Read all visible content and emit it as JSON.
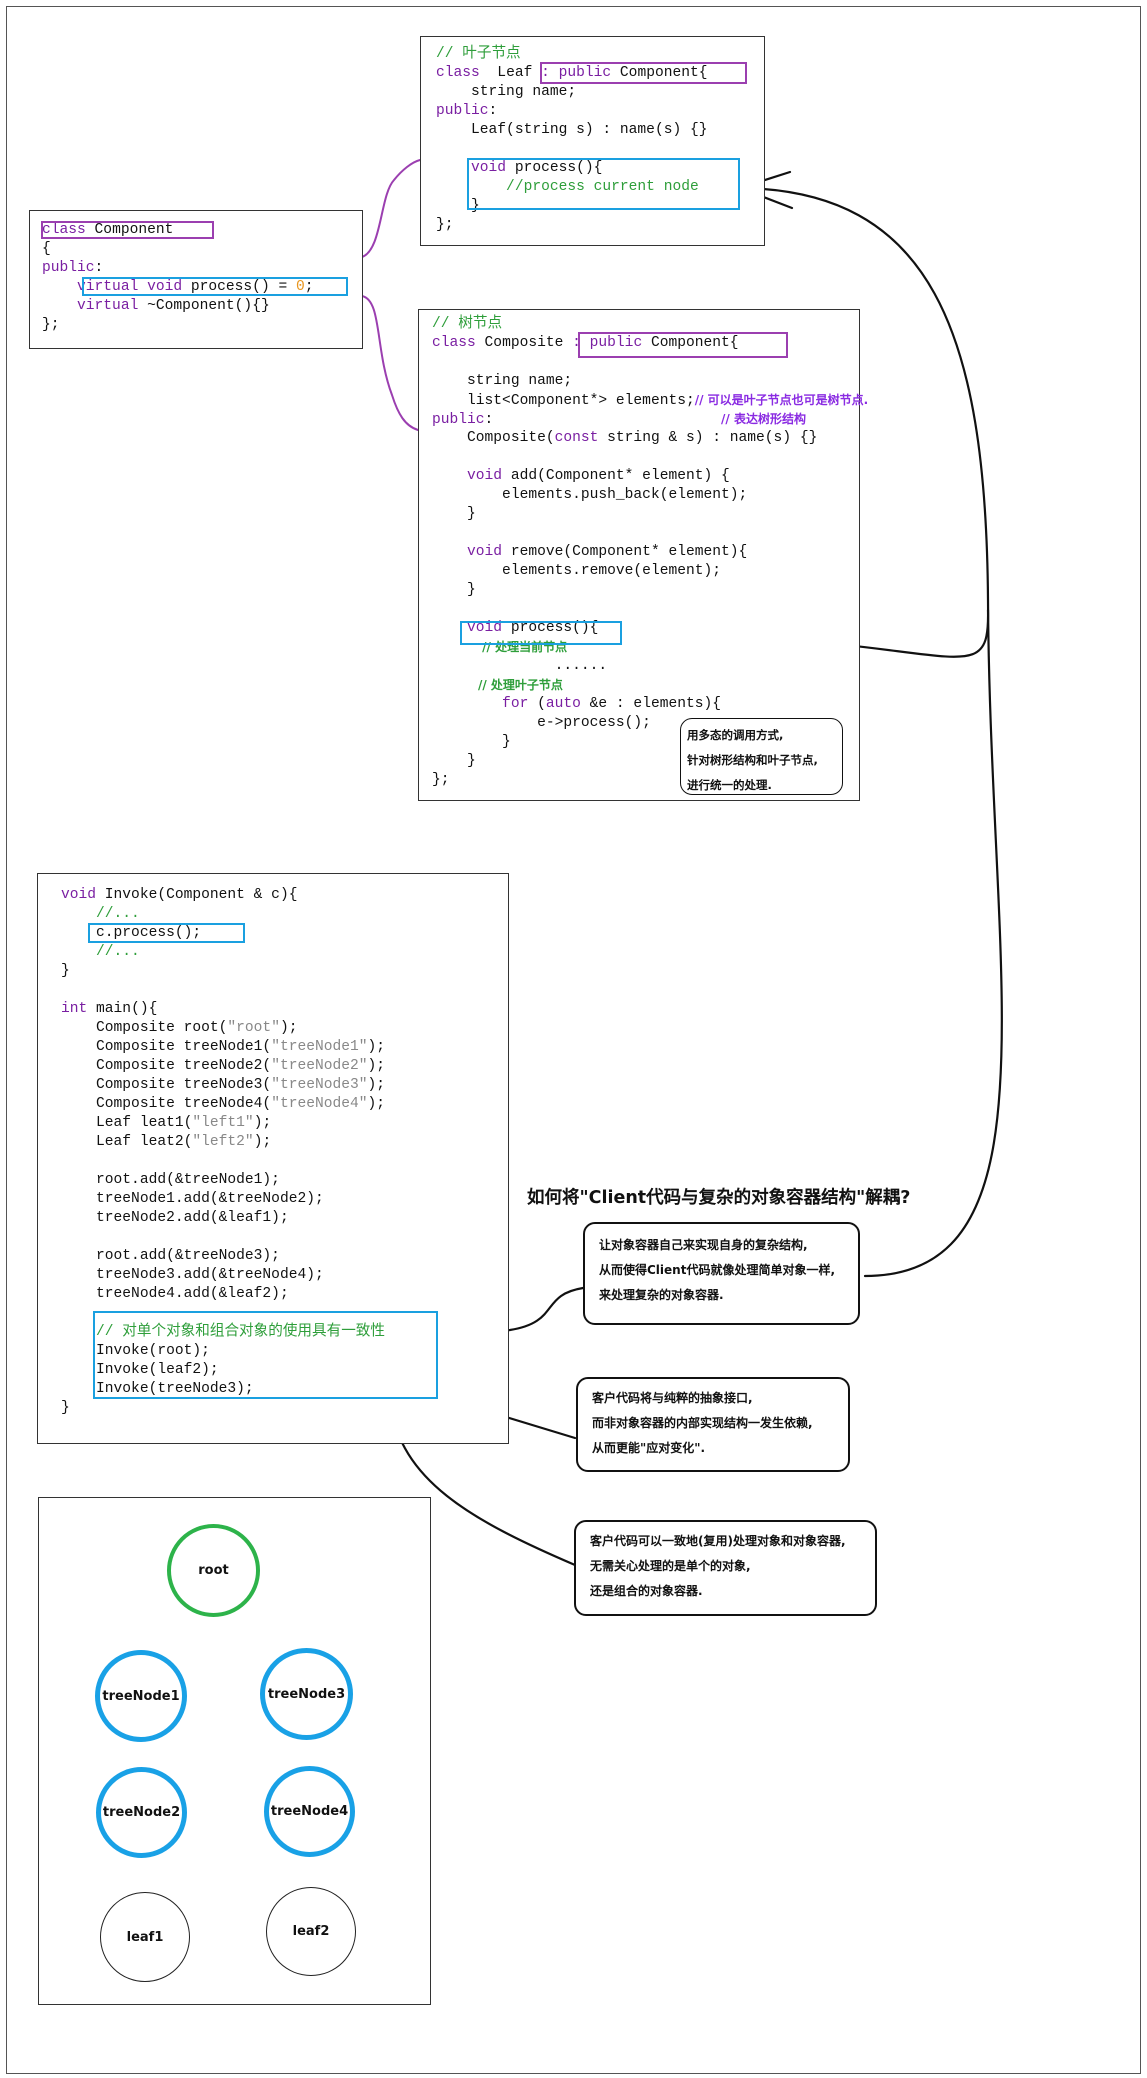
{
  "leaf_box": {
    "lines": [
      [
        [
          "c",
          "// 叶子节点"
        ]
      ],
      [
        [
          "k",
          "class"
        ],
        [
          "",
          "  Leaf "
        ],
        [
          "k",
          ": public"
        ],
        [
          "",
          " Component{"
        ]
      ],
      [
        [
          "",
          "    string name;"
        ]
      ],
      [
        [
          "k",
          "public"
        ],
        [
          "",
          ":"
        ]
      ],
      [
        [
          "",
          "    Leaf(string s) : name(s) {}"
        ]
      ],
      [
        [
          "",
          ""
        ]
      ],
      [
        [
          "k",
          "    void"
        ],
        [
          "",
          " process(){"
        ]
      ],
      [
        [
          "c",
          "        //process current node"
        ]
      ],
      [
        [
          "",
          "    }"
        ]
      ],
      [
        [
          "",
          "};"
        ]
      ]
    ]
  },
  "component_box": {
    "lines": [
      [
        [
          "k",
          "class"
        ],
        [
          "",
          " Component"
        ]
      ],
      [
        [
          "",
          "{"
        ]
      ],
      [
        [
          "k",
          "public"
        ],
        [
          "",
          ":"
        ]
      ],
      [
        [
          "k",
          "    virtual void"
        ],
        [
          "",
          " process() = "
        ],
        [
          "n",
          "0"
        ],
        [
          "",
          ";"
        ]
      ],
      [
        [
          "k",
          "    virtual"
        ],
        [
          "",
          " ~Component(){}"
        ]
      ],
      [
        [
          "",
          "};"
        ]
      ]
    ]
  },
  "composite_box": {
    "lines": [
      [
        [
          "c",
          "// 树节点"
        ]
      ],
      [
        [
          "k",
          "class"
        ],
        [
          "",
          " Composite "
        ],
        [
          "k",
          ": public"
        ],
        [
          "",
          " Component{"
        ]
      ],
      [
        [
          "",
          ""
        ]
      ],
      [
        [
          "",
          "    string name;"
        ]
      ],
      [
        [
          "",
          "    list<Component*> elements;"
        ],
        [
          "cp",
          "// 可以是叶子节点也可是树节点."
        ]
      ],
      [
        [
          "k",
          "public"
        ],
        [
          "",
          ":                          "
        ],
        [
          "cp",
          "// 表达树形结构"
        ]
      ],
      [
        [
          "",
          "    Composite("
        ],
        [
          "k",
          "const"
        ],
        [
          "",
          " string & s) : name(s) {}"
        ]
      ],
      [
        [
          "",
          ""
        ]
      ],
      [
        [
          "k",
          "    void"
        ],
        [
          "",
          " add(Component* element) {"
        ]
      ],
      [
        [
          "",
          "        elements.push_back(element);"
        ]
      ],
      [
        [
          "",
          "    }"
        ]
      ],
      [
        [
          "",
          ""
        ]
      ],
      [
        [
          "k",
          "    void"
        ],
        [
          "",
          " remove(Component* element){"
        ]
      ],
      [
        [
          "",
          "        elements.remove(element);"
        ]
      ],
      [
        [
          "",
          "    }"
        ]
      ],
      [
        [
          "",
          ""
        ]
      ],
      [
        [
          "k",
          "    void"
        ],
        [
          "",
          " process(){"
        ]
      ],
      [
        [
          "cn",
          "            // 处理当前节点"
        ]
      ],
      [
        [
          "",
          "              ......"
        ]
      ],
      [
        [
          "cn",
          "           // 处理叶子节点"
        ]
      ],
      [
        [
          "k",
          "        for"
        ],
        [
          "",
          " ("
        ],
        [
          "k",
          "auto"
        ],
        [
          "",
          " &e : elements){"
        ]
      ],
      [
        [
          "",
          "            e->process();"
        ]
      ],
      [
        [
          "",
          "        }"
        ]
      ],
      [
        [
          "",
          "    }"
        ]
      ],
      [
        [
          "",
          "};"
        ]
      ]
    ]
  },
  "client_box": {
    "lines": [
      [
        [
          "k",
          "void"
        ],
        [
          "",
          " Invoke(Component & c){"
        ]
      ],
      [
        [
          "c",
          "    //..."
        ]
      ],
      [
        [
          "",
          "    c.process();"
        ]
      ],
      [
        [
          "c",
          "    //..."
        ]
      ],
      [
        [
          "",
          "}"
        ]
      ],
      [
        [
          "",
          ""
        ]
      ],
      [
        [
          "k",
          "int"
        ],
        [
          "",
          " main(){"
        ]
      ],
      [
        [
          "",
          "    Composite root("
        ],
        [
          "s",
          "\"root\""
        ],
        [
          "",
          ");"
        ]
      ],
      [
        [
          "",
          "    Composite treeNode1("
        ],
        [
          "s",
          "\"treeNode1\""
        ],
        [
          "",
          ");"
        ]
      ],
      [
        [
          "",
          "    Composite treeNode2("
        ],
        [
          "s",
          "\"treeNode2\""
        ],
        [
          "",
          ");"
        ]
      ],
      [
        [
          "",
          "    Composite treeNode3("
        ],
        [
          "s",
          "\"treeNode3\""
        ],
        [
          "",
          ");"
        ]
      ],
      [
        [
          "",
          "    Composite treeNode4("
        ],
        [
          "s",
          "\"treeNode4\""
        ],
        [
          "",
          ");"
        ]
      ],
      [
        [
          "",
          "    Leaf leat1("
        ],
        [
          "s",
          "\"left1\""
        ],
        [
          "",
          ");"
        ]
      ],
      [
        [
          "",
          "    Leaf leat2("
        ],
        [
          "s",
          "\"left2\""
        ],
        [
          "",
          ");"
        ]
      ],
      [
        [
          "",
          ""
        ]
      ],
      [
        [
          "",
          "    root.add(&treeNode1);"
        ]
      ],
      [
        [
          "",
          "    treeNode1.add(&treeNode2);"
        ]
      ],
      [
        [
          "",
          "    treeNode2.add(&leaf1);"
        ]
      ],
      [
        [
          "",
          ""
        ]
      ],
      [
        [
          "",
          "    root.add(&treeNode3);"
        ]
      ],
      [
        [
          "",
          "    treeNode3.add(&treeNode4);"
        ]
      ],
      [
        [
          "",
          "    treeNode4.add(&leaf2);"
        ]
      ],
      [
        [
          "",
          ""
        ]
      ],
      [
        [
          "c",
          "    // 对单个对象和组合对象的使用具有一致性"
        ]
      ],
      [
        [
          "",
          "    Invoke(root);"
        ]
      ],
      [
        [
          "",
          "    Invoke(leaf2);"
        ]
      ],
      [
        [
          "",
          "    Invoke(treeNode3);"
        ]
      ],
      [
        [
          "",
          "}"
        ]
      ]
    ]
  },
  "title": "如何将\"Client代码与复杂的对象容器结构\"解耦?",
  "notes": {
    "polymorphism": [
      "用多态的调用方式,",
      "针对树形结构和叶子节点,",
      "进行统一的处理."
    ],
    "self_implement": [
      "让对象容器自己来实现自身的复杂结构,",
      "从而使得Client代码就像处理简单对象一样,",
      "来处理复杂的对象容器."
    ],
    "abstract_interface": [
      "客户代码将与纯粹的抽象接口,",
      "而非对象容器的内部实现结构一发生依赖,",
      "从而更能\"应对变化\"."
    ],
    "uniform": [
      "客户代码可以一致地(复用)处理对象和对象容器,",
      "无需关心处理的是单个的对象,",
      "还是组合的对象容器."
    ]
  },
  "tree": {
    "root": "root",
    "treeNode1": "treeNode1",
    "treeNode2": "treeNode2",
    "treeNode3": "treeNode3",
    "treeNode4": "treeNode4",
    "leaf1": "leaf1",
    "leaf2": "leaf2"
  },
  "colors": {
    "keyword": "#7a1fa2",
    "comment": "#2e9e3a",
    "string": "#888888",
    "highlight_purple": "#9b3fb0",
    "highlight_blue": "#1aa0e0",
    "node_green": "#2db34a",
    "node_blue": "#19a1e6"
  }
}
